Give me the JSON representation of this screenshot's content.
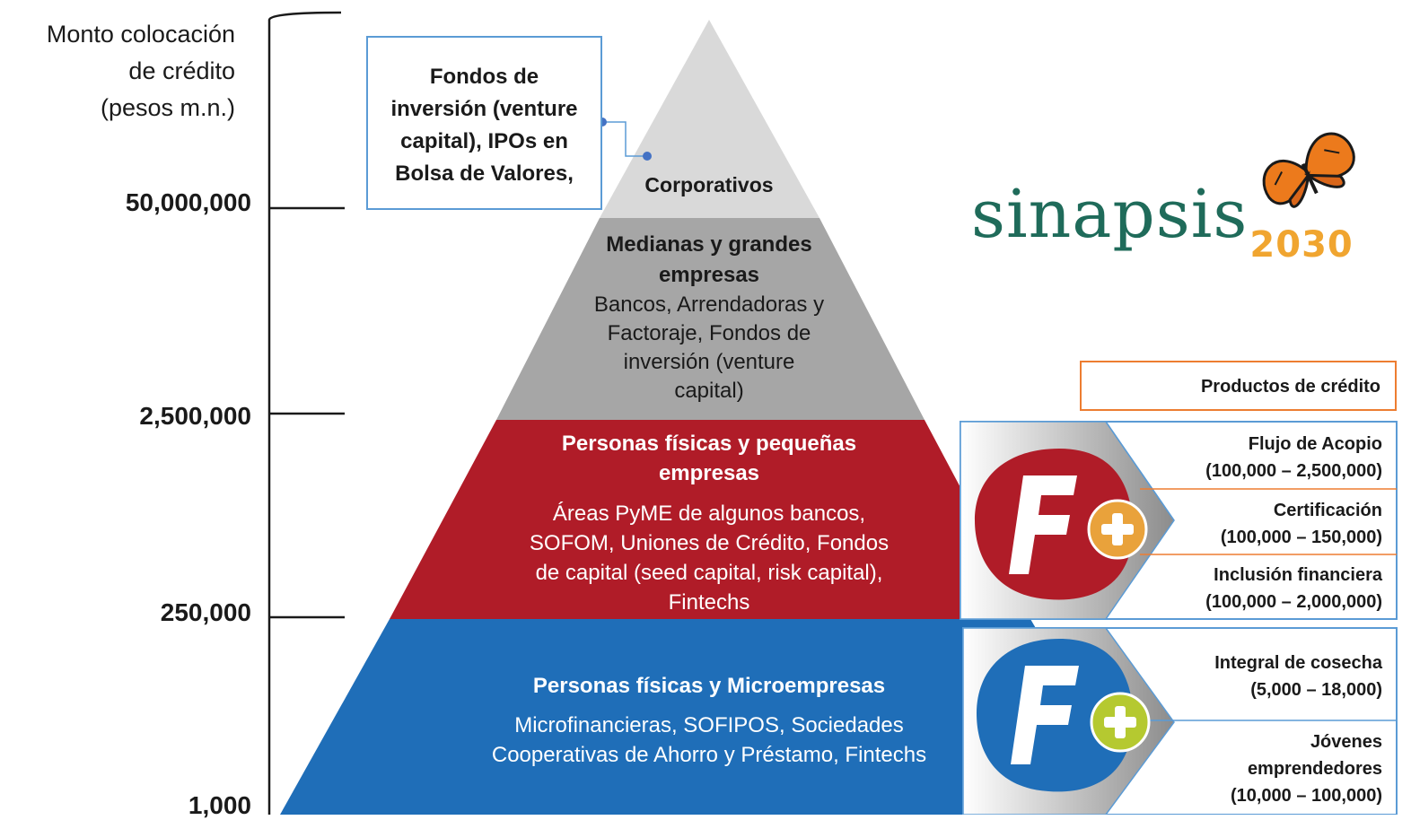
{
  "y_axis": {
    "title_lines": [
      "Monto colocación",
      "de crédito",
      "(pesos m.n.)"
    ],
    "ticks": [
      "50,000,000",
      "2,500,000",
      "250,000",
      "1,000"
    ]
  },
  "pyramid": {
    "top": {
      "label": "Corporativos",
      "color": "#d9d9d9"
    },
    "second": {
      "title_lines": [
        "Medianas y grandes",
        "empresas"
      ],
      "body_lines": [
        "Bancos, Arrendadoras y",
        "Factoraje, Fondos de",
        "inversión (venture",
        "capital)"
      ],
      "color": "#a6a6a6"
    },
    "third": {
      "title_lines": [
        "Personas físicas y pequeñas",
        "empresas"
      ],
      "body_lines": [
        "Áreas PyME de algunos bancos,",
        "SOFOM, Uniones de Crédito, Fondos",
        "de capital (seed capital, risk capital),",
        "Fintechs"
      ],
      "color": "#b01c28"
    },
    "bottom": {
      "title": "Personas físicas y Microempresas",
      "body_lines": [
        "Microfinancieras, SOFIPOS, Sociedades",
        "Cooperativas de Ahorro y Préstamo, Fintechs"
      ],
      "color": "#1f6eb8"
    }
  },
  "callout": {
    "lines": [
      "Fondos de",
      "inversión (venture",
      "capital), IPOs en",
      "Bolsa de Valores,"
    ]
  },
  "logo": {
    "text": "sinapsis",
    "sub": "2030",
    "icon": "butterfly-icon"
  },
  "products": {
    "header": "Productos de crédito",
    "group_red": {
      "icon": "f-plus-red-icon",
      "items": [
        {
          "name": "Flujo de Acopio",
          "range": "(100,000 – 2,500,000)"
        },
        {
          "name": "Certificación",
          "range": "(100,000 – 150,000)"
        },
        {
          "name": "Inclusión financiera",
          "range": "(100,000 – 2,000,000)"
        }
      ]
    },
    "group_blue": {
      "icon": "f-plus-blue-icon",
      "items": [
        {
          "name": "Integral de cosecha",
          "range": "(5,000 – 18,000)"
        },
        {
          "name_lines": [
            "Jóvenes",
            "emprendedores"
          ],
          "range": "(10,000 – 100,000)"
        }
      ]
    }
  },
  "colors": {
    "accent_blue": "#5b9bd5",
    "accent_orange": "#ed7d31",
    "logo_green": "#1f6b5a",
    "logo_orange": "#f0a530"
  }
}
